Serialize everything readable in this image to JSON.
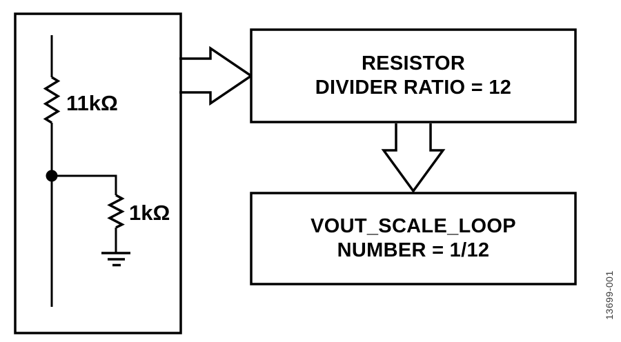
{
  "figure": {
    "circuit": {
      "r1_label": "11kΩ",
      "r2_label": "1kΩ"
    },
    "blocks": {
      "resistor_divider": {
        "line1": "RESISTOR",
        "line2": "DIVIDER RATIO = 12"
      },
      "vout_scale": {
        "line1": "VOUT_SCALE_LOOP",
        "line2": "NUMBER = 1/12"
      }
    },
    "figure_id": "13699-001",
    "colors": {
      "line": "#000000",
      "background": "#ffffff",
      "figure_id_text": "#3a3a3a"
    }
  }
}
